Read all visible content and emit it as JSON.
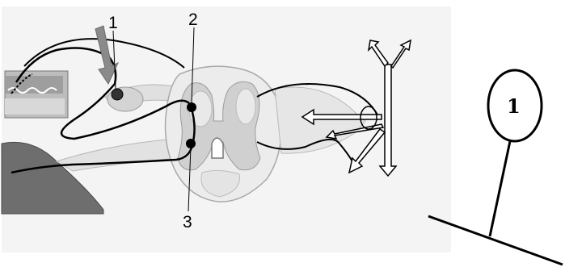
{
  "labels": {
    "pointer_1": "1",
    "pointer_2": "2",
    "pointer_3": "3",
    "circle_1": "1"
  },
  "colors": {
    "background": "#ffffff",
    "illustration_bg": "#f4f4f4",
    "gray_matter": "#d0d0d0",
    "white_matter": "#ececec",
    "ink": "#000000",
    "arrow": "#8a8a8a"
  }
}
